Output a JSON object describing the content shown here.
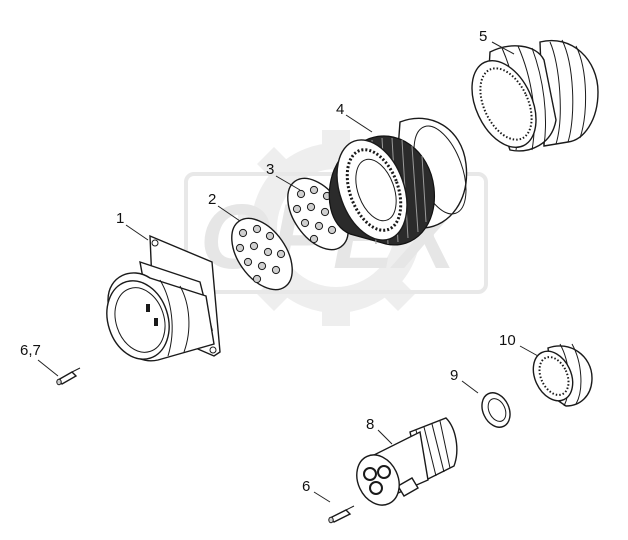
{
  "watermark": {
    "text": "OPEX"
  },
  "callouts": {
    "c1": "1",
    "c2": "2",
    "c3": "3",
    "c4": "4",
    "c5": "5",
    "c67": "6,7",
    "c6": "6",
    "c8": "8",
    "c9": "9",
    "c10": "10"
  }
}
